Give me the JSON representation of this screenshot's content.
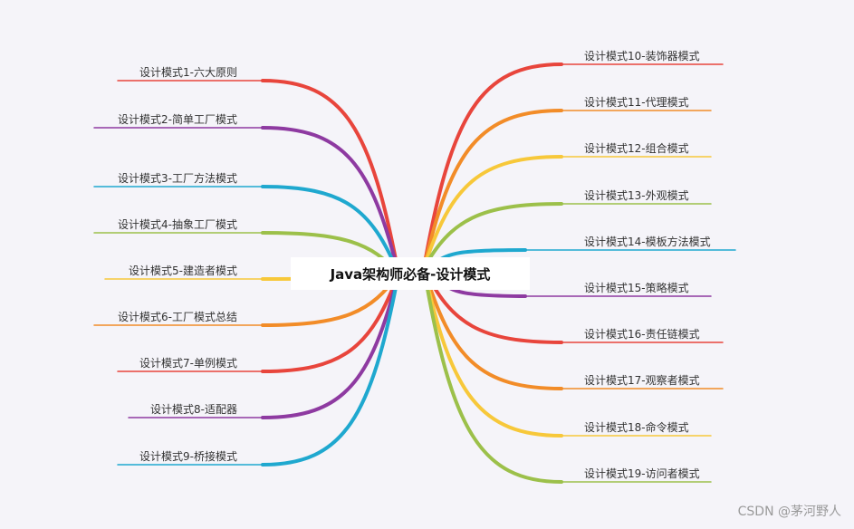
{
  "root": {
    "title": "Java架构师必备-设计模式"
  },
  "colors": {
    "red": "#e8453c",
    "purple": "#8e3aa1",
    "cyan": "#1fa8cf",
    "green": "#9cc04a",
    "yellow": "#f7c83a",
    "orange": "#f28c28"
  },
  "left_branches": [
    {
      "label": "设计模式1-六大原则",
      "color": "#e8453c"
    },
    {
      "label": "设计模式2-简单工厂模式",
      "color": "#8e3aa1"
    },
    {
      "label": "设计模式3-工厂方法模式",
      "color": "#1fa8cf"
    },
    {
      "label": "设计模式4-抽象工厂模式",
      "color": "#9cc04a"
    },
    {
      "label": "设计模式5-建造者模式",
      "color": "#f7c83a"
    },
    {
      "label": "设计模式6-工厂模式总结",
      "color": "#f28c28"
    },
    {
      "label": "设计模式7-单例模式",
      "color": "#e8453c"
    },
    {
      "label": "设计模式8-适配器",
      "color": "#8e3aa1"
    },
    {
      "label": "设计模式9-桥接模式",
      "color": "#1fa8cf"
    }
  ],
  "right_branches": [
    {
      "label": "设计模式10-装饰器模式",
      "color": "#e8453c"
    },
    {
      "label": "设计模式11-代理模式",
      "color": "#f28c28"
    },
    {
      "label": "设计模式12-组合模式",
      "color": "#f7c83a"
    },
    {
      "label": "设计模式13-外观模式",
      "color": "#9cc04a"
    },
    {
      "label": "设计模式14-模板方法模式",
      "color": "#1fa8cf"
    },
    {
      "label": "设计模式15-策略模式",
      "color": "#8e3aa1"
    },
    {
      "label": "设计模式16-责任链模式",
      "color": "#e8453c"
    },
    {
      "label": "设计模式17-观察者模式",
      "color": "#f28c28"
    },
    {
      "label": "设计模式18-命令模式",
      "color": "#f7c83a"
    },
    {
      "label": "设计模式19-访问者模式",
      "color": "#9cc04a"
    }
  ],
  "watermark": "CSDN @茅河野人"
}
